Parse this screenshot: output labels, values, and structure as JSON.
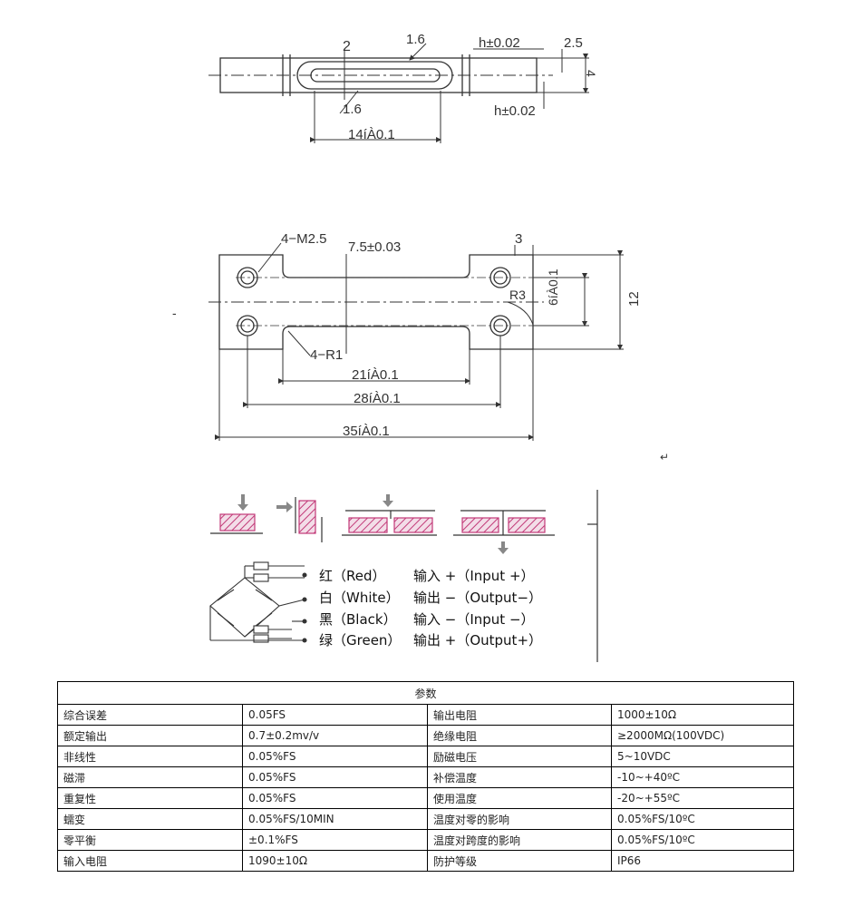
{
  "drawing_top": {
    "dim_2": "2",
    "dim_1_6_top": "1.6",
    "dim_h_top": "h±0.02",
    "dim_2_5": "2.5",
    "dim_4": "4",
    "dim_1_6_bottom": "1.6",
    "dim_h_bottom": "h±0.02",
    "dim_14": "14íÀ0.1"
  },
  "drawing_middle": {
    "dim_4_m25": "4−M2.5",
    "dim_7_5": "7.5±0.03",
    "dim_3": "3",
    "dim_r3": "R3",
    "dim_6": "6íÀ0.1",
    "dim_12": "12",
    "dim_4_r1": "4−R1",
    "dim_21": "21íÀ0.1",
    "dim_28": "28íÀ0.1",
    "dim_35": "35íÀ0.1"
  },
  "paragraph_mark": "↵",
  "wiring": [
    {
      "color": "红（Red）",
      "signal": "输入 +（Input  +）"
    },
    {
      "color": "白（White）",
      "signal": "输出 −（Output−）"
    },
    {
      "color": "黑（Black）",
      "signal": "输入 −（Input −）"
    },
    {
      "color": "绿（Green）",
      "signal": "输出 +（Output+）"
    }
  ],
  "table": {
    "header": "参数",
    "rows": [
      [
        "综合误差",
        "0.05FS",
        "输出电阻",
        "1000±10Ω"
      ],
      [
        "额定输出",
        "0.7±0.2mv/v",
        "绝缘电阻",
        "≥2000MΩ(100VDC)"
      ],
      [
        "非线性",
        "0.05%FS",
        "励磁电压",
        "5~10VDC"
      ],
      [
        "磁滞",
        "0.05%FS",
        "补偿温度",
        "-10~+40ºC"
      ],
      [
        "重复性",
        "0.05%FS",
        "使用温度",
        "-20~+55ºC"
      ],
      [
        "蠕变",
        "0.05%FS/10MIN",
        "温度对零的影响",
        "0.05%FS/10ºC"
      ],
      [
        "零平衡",
        "±0.1%FS",
        "温度对跨度的影响",
        "0.05%FS/10ºC"
      ],
      [
        "输入电阻",
        "1090±10Ω",
        "防护等级",
        "IP66"
      ]
    ]
  }
}
